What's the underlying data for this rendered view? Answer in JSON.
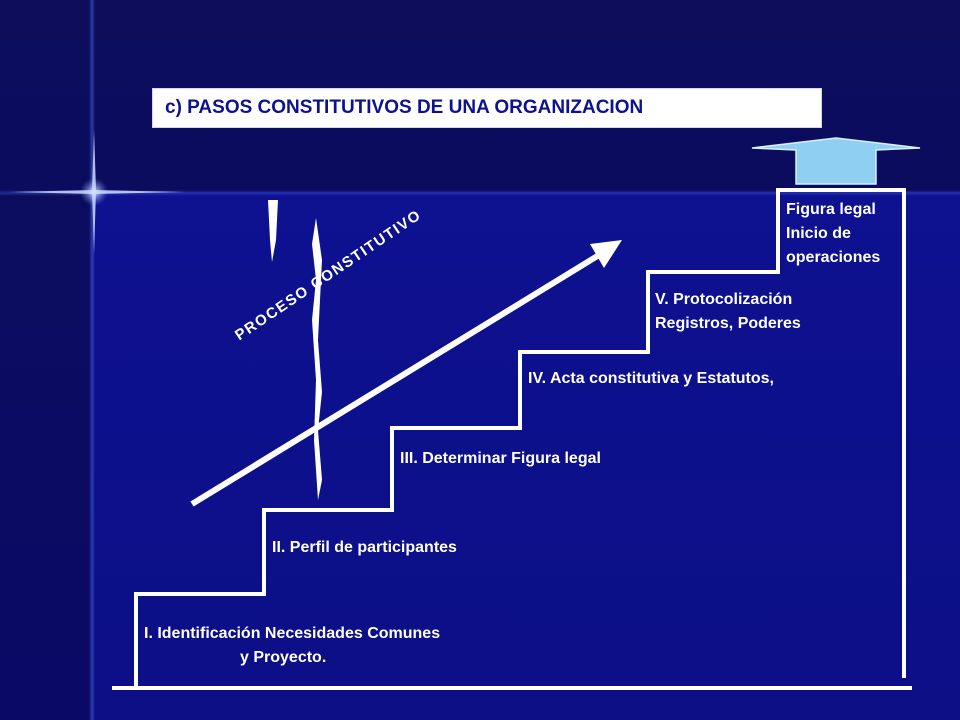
{
  "title": "c)  PASOS CONSTITUTIVOS DE UNA ORGANIZACION",
  "process_label": "PROCESO CONSTITUTIVO",
  "steps": [
    {
      "line1": "I. Identificación Necesidades Comunes",
      "line2": "y Proyecto."
    },
    {
      "line1": "II. Perfil de participantes"
    },
    {
      "line1": "III. Determinar Figura legal"
    },
    {
      "line1": "IV. Acta constitutiva y Estatutos,"
    },
    {
      "line1": "V. Protocolización",
      "line2": "Registros, Poderes"
    },
    {
      "line1": "Figura legal",
      "line2": "Inicio de",
      "line3": "operaciones"
    }
  ],
  "colors": {
    "background": "#0d0d5c",
    "panel": "#0e1190",
    "lines": "#ffffff",
    "title_text": "#0e1190",
    "arrow_up": "#8fd0f2"
  },
  "icons": {
    "top_arrow": "up-arrow-icon",
    "sparkle": "sparkle-icon",
    "exclamation": "exclamation-icon"
  }
}
